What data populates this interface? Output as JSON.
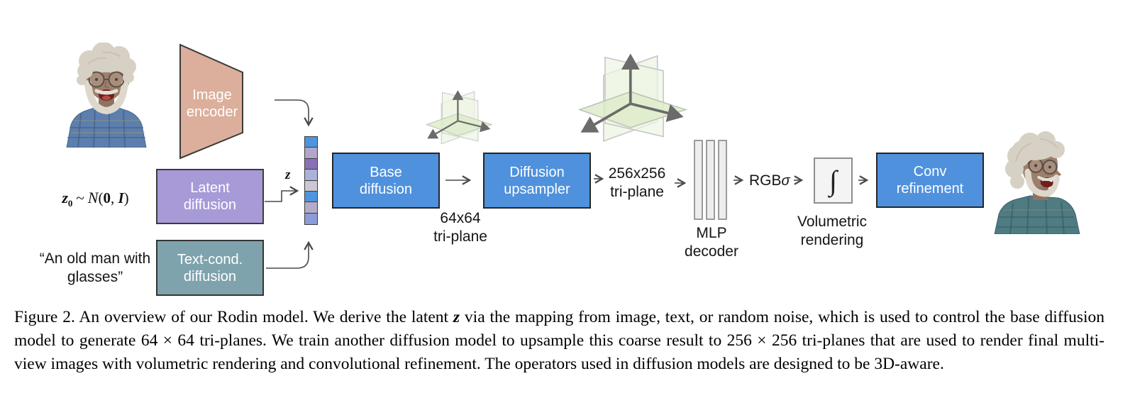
{
  "colors": {
    "box_blue": "#4f91dd",
    "box_purple": "#a79ad7",
    "box_teal": "#7fa3ad",
    "encoder_salmon": "#dcaf9c",
    "triplane_green": "#ddecca"
  },
  "pipeline": {
    "image_encoder": {
      "line1": "Image",
      "line2": "encoder"
    },
    "latent_diffusion": {
      "line1": "Latent",
      "line2": "diffusion"
    },
    "text_cond_diffusion": {
      "line1": "Text-cond.",
      "line2": "diffusion"
    },
    "base_diffusion": {
      "line1": "Base",
      "line2": "diffusion"
    },
    "diffusion_upsampler": {
      "line1": "Diffusion",
      "line2": "upsampler"
    },
    "conv_refinement": {
      "line1": "Conv",
      "line2": "refinement"
    },
    "prompt": {
      "line1": "“An old man with",
      "line2": "glasses”"
    },
    "prior_label": {
      "z": "z",
      "sub": "0",
      "tilde": "~",
      "N": "N",
      "open": "(",
      "zero": "0",
      "comma": ", ",
      "I": "I",
      "close": ")"
    },
    "z_label": "z",
    "triplane_64": {
      "line1": "64x64",
      "line2": "tri-plane"
    },
    "triplane_256": {
      "line1": "256x256",
      "line2": "tri-plane"
    },
    "mlp_decoder": {
      "line1": "MLP",
      "line2": "decoder"
    },
    "volumetric_rendering": {
      "line1": "Volumetric",
      "line2": "rendering"
    },
    "rgb_sigma": {
      "rgb": "RGB",
      "sigma": "σ"
    },
    "integral": "∫",
    "latent_vector": {
      "cells": [
        "#4f94de",
        "#b0a6cc",
        "#8a71b5",
        "#a9b2d8",
        "#c9c8d3",
        "#4f94de",
        "#b3abca",
        "#8b9cd9"
      ]
    }
  },
  "caption": {
    "segments": [
      {
        "text": "Figure 2.  An overview of our Rodin model.  We derive the latent "
      },
      {
        "text": "z",
        "style": "bi"
      },
      {
        "text": " via the mapping from image, text, or random noise, which is used to control the base diffusion model to generate "
      },
      {
        "text": "64 × 64"
      },
      {
        "text": " tri-planes.  We train another diffusion model to upsample this coarse result to "
      },
      {
        "text": "256 × 256"
      },
      {
        "text": " tri-planes that are used to render final multi-view images with volumetric rendering and convolutional refinement. The operators used in diffusion models are designed to be 3D-aware."
      }
    ]
  }
}
